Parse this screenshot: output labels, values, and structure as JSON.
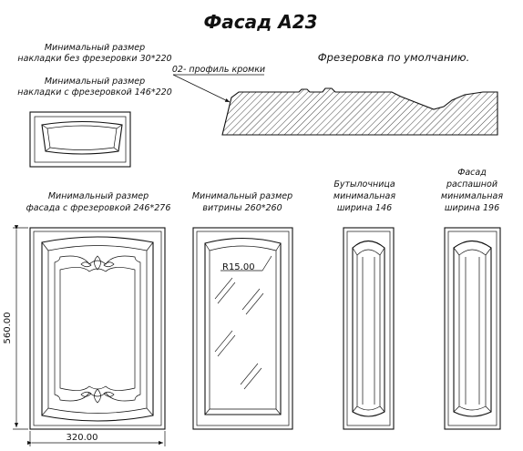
{
  "title": "Фасад А23",
  "milling_default": "Фрезеровка по умолчанию.",
  "edge_profile": "02- профиль кромки",
  "overlay_no_milling": [
    "Минимальный размер",
    "накладки без фрезеровки 30*220"
  ],
  "overlay_milling": [
    "Минимальный размер",
    "накладки с фрезеровкой 146*220"
  ],
  "facade_min": [
    "Минимальный размер",
    "фасада с фрезеровкой  246*276"
  ],
  "showcase_min": [
    "Минимальный размер",
    "витрины 260*260"
  ],
  "bottle_min": [
    "Бутылочница",
    "минимальная",
    "ширина 146"
  ],
  "hinged_min": [
    "Фасад",
    "распашной",
    "минимальная",
    "ширина 196"
  ],
  "radius_label": "R15.00",
  "width_dim": "320.00",
  "height_dim": "560.00"
}
